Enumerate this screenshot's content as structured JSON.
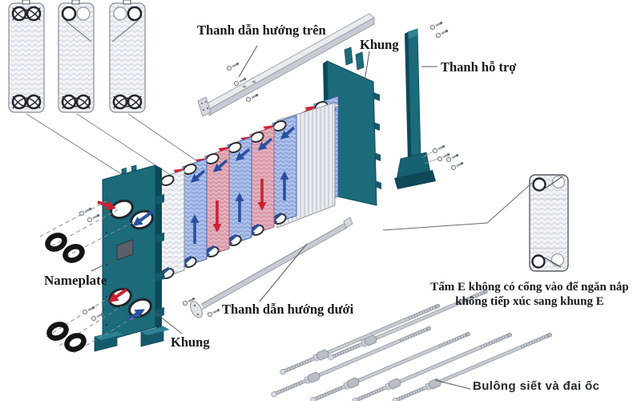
{
  "figure": {
    "labels": {
      "top_guide_bar": "Thanh dẫn hướng trên",
      "frame_rear": "Khung",
      "support_bar": "Thanh hỗ trợ",
      "nameplate": "Nameplate",
      "frame_front": "Khung",
      "bottom_guide_bar": "Thanh dẫn hướng dưới",
      "e_plate_note_line1": "Tấm E không có cổng vào để ngăn nắp",
      "e_plate_note_line2": "không tiếp xúc sang khung E",
      "tightening_bolts": "Bulông siết và đai ốc"
    },
    "colors": {
      "frame_teal": "#1b6b7b",
      "frame_teal_dark": "#0e4957",
      "plate_blue": "#adc0e8",
      "plate_red": "#e3b0bc",
      "arrow_red": "#cf1f2f",
      "arrow_blue": "#2a4fa0",
      "metal_gray": "#c7cbd3",
      "gasket_black": "#141414"
    }
  }
}
